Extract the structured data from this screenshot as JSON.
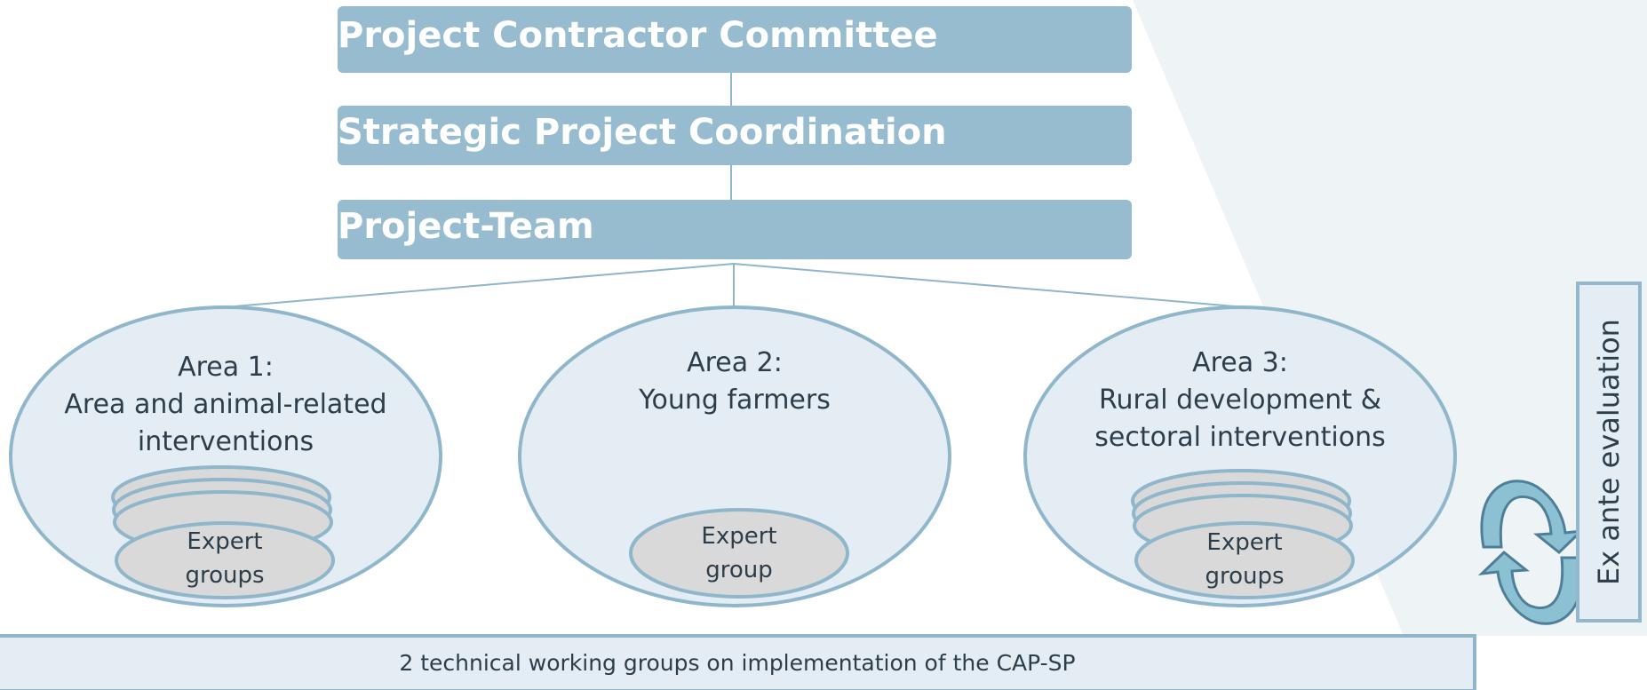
{
  "levels": {
    "committee": "Project Contractor Committee",
    "coordination": "Strategic Project Coordination",
    "team": "Project-Team"
  },
  "areas": [
    {
      "heading": "Area 1:",
      "lines": [
        "Area and animal-related",
        "interventions"
      ],
      "expert_lines": [
        "Expert",
        "groups"
      ]
    },
    {
      "heading": "Area 2:",
      "lines": [
        "Young farmers"
      ],
      "expert_lines": [
        "Expert",
        "group"
      ]
    },
    {
      "heading": "Area 3:",
      "lines": [
        "Rural development &",
        "sectoral interventions"
      ],
      "expert_lines": [
        "Expert",
        "groups"
      ]
    }
  ],
  "bottom_bar": "2  technical working groups on implementation of the CAP-SP",
  "side_label": "Ex ante evaluation",
  "colors": {
    "bar_fill": "#97bccf",
    "ellipse_fill": "#e4edf3",
    "ellipse_stroke": "#8fb6ca",
    "expert_fill": "#d9d9d9",
    "background_panel": "#eef3f6",
    "cycle_arrow": "#8cc1d3"
  },
  "icons": [
    "cycle-arrows-icon"
  ]
}
